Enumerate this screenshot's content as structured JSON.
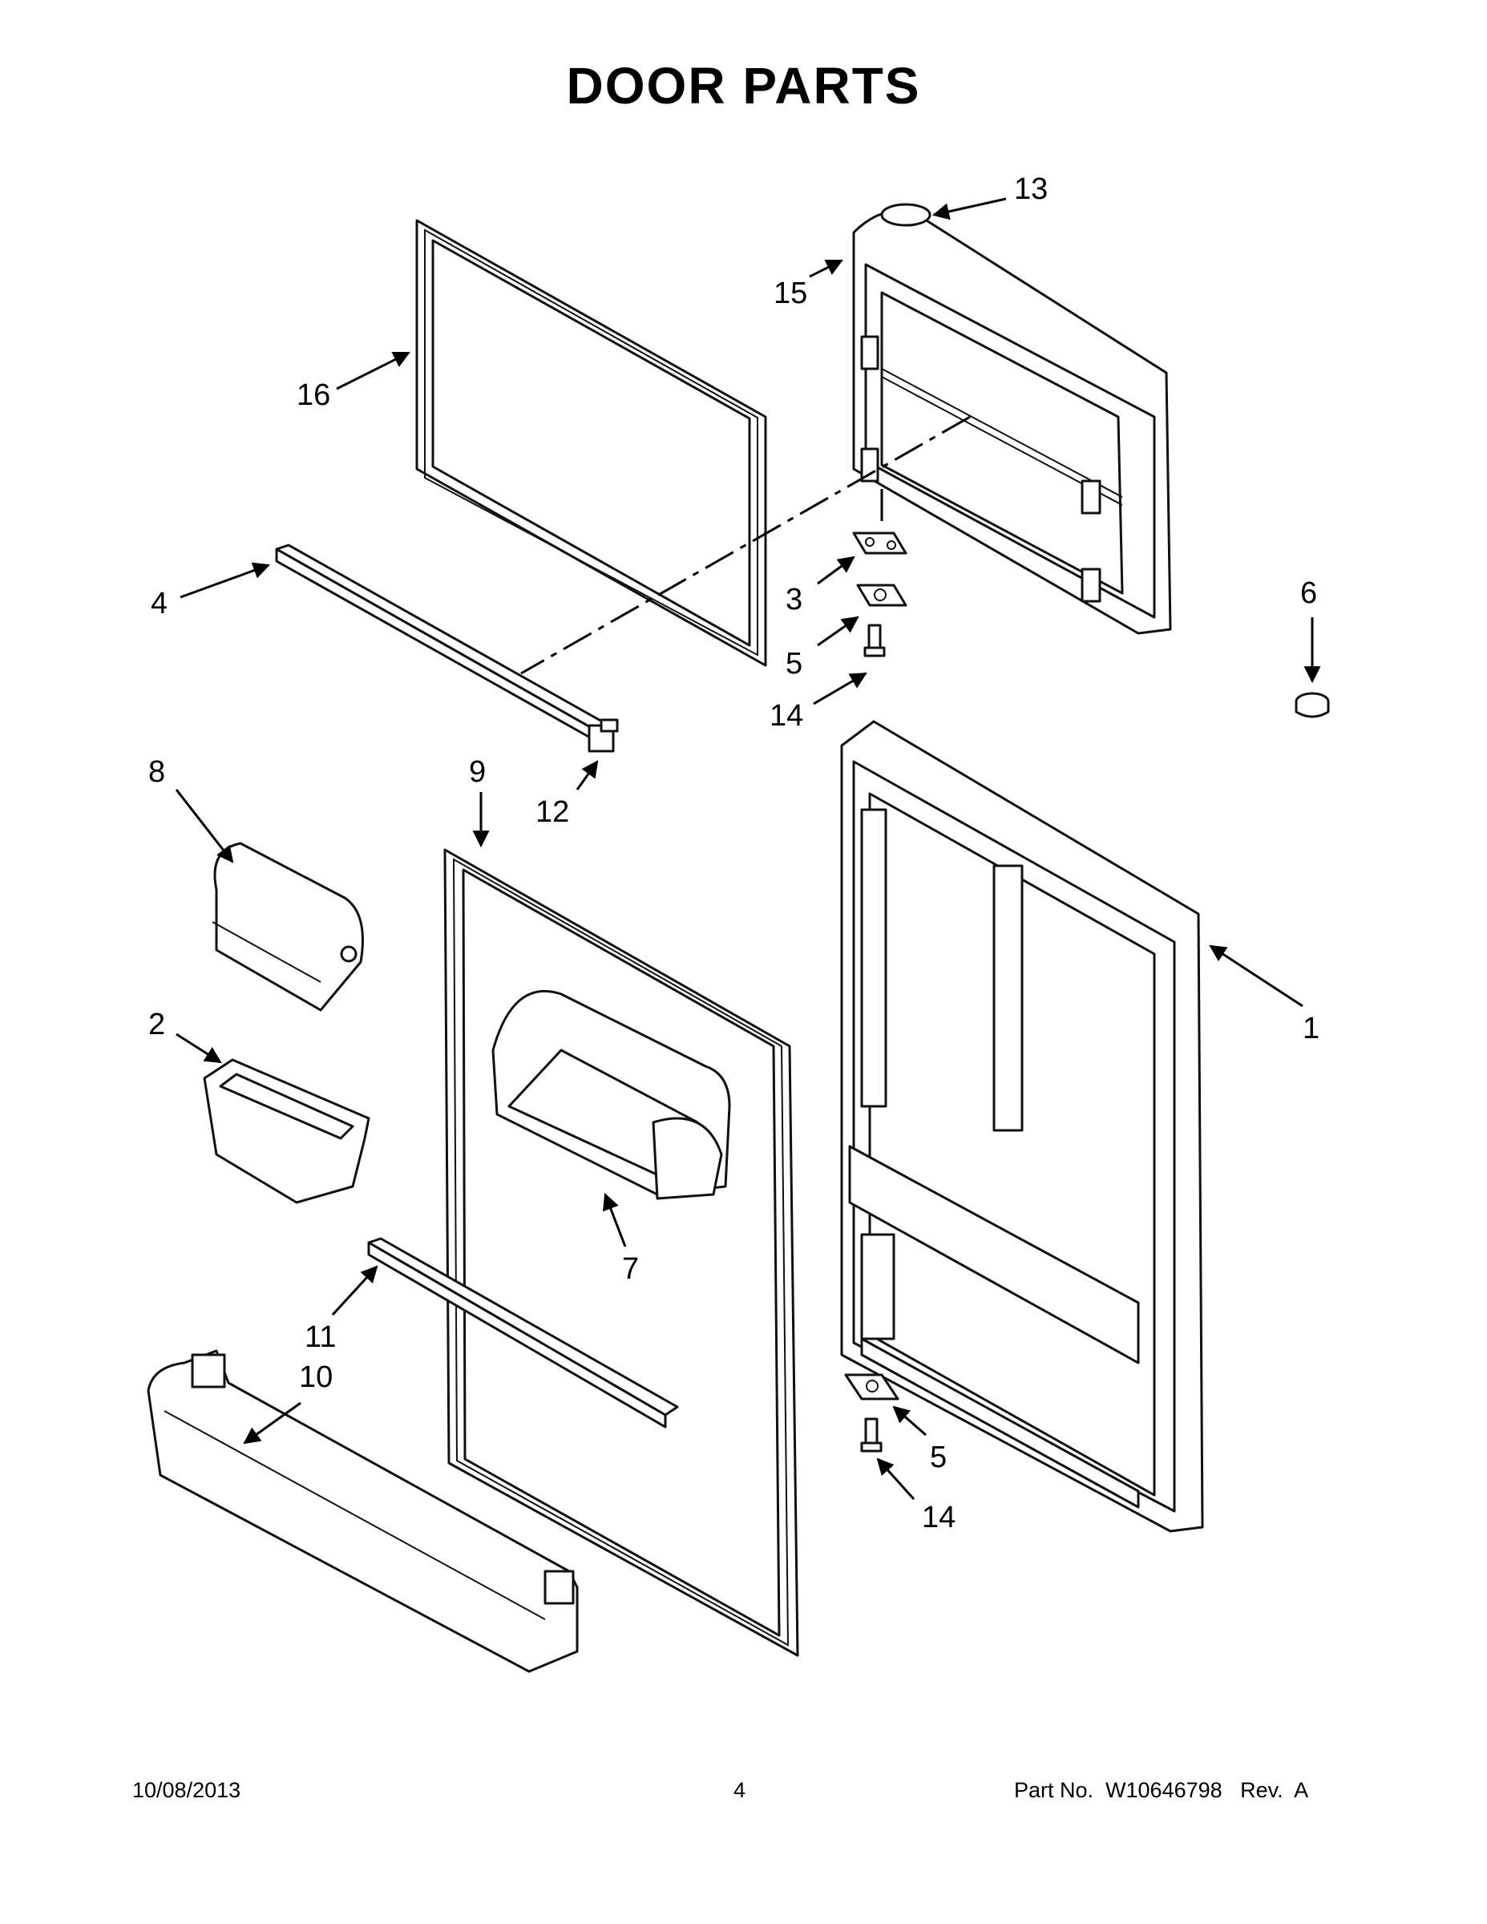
{
  "page": {
    "title": "DOOR PARTS"
  },
  "callouts": [
    {
      "id": "c1",
      "label": "1"
    },
    {
      "id": "c2",
      "label": "2"
    },
    {
      "id": "c3",
      "label": "3"
    },
    {
      "id": "c4",
      "label": "4"
    },
    {
      "id": "c5a",
      "label": "5"
    },
    {
      "id": "c5b",
      "label": "5"
    },
    {
      "id": "c6",
      "label": "6"
    },
    {
      "id": "c7",
      "label": "7"
    },
    {
      "id": "c8",
      "label": "8"
    },
    {
      "id": "c9",
      "label": "9"
    },
    {
      "id": "c10",
      "label": "10"
    },
    {
      "id": "c11",
      "label": "11"
    },
    {
      "id": "c12",
      "label": "12"
    },
    {
      "id": "c13",
      "label": "13"
    },
    {
      "id": "c14a",
      "label": "14"
    },
    {
      "id": "c14b",
      "label": "14"
    },
    {
      "id": "c15",
      "label": "15"
    },
    {
      "id": "c16",
      "label": "16"
    }
  ],
  "footer": {
    "date": "10/08/2013",
    "page_number": "4",
    "part_number": "Part No.  W10646798   Rev.  A"
  }
}
